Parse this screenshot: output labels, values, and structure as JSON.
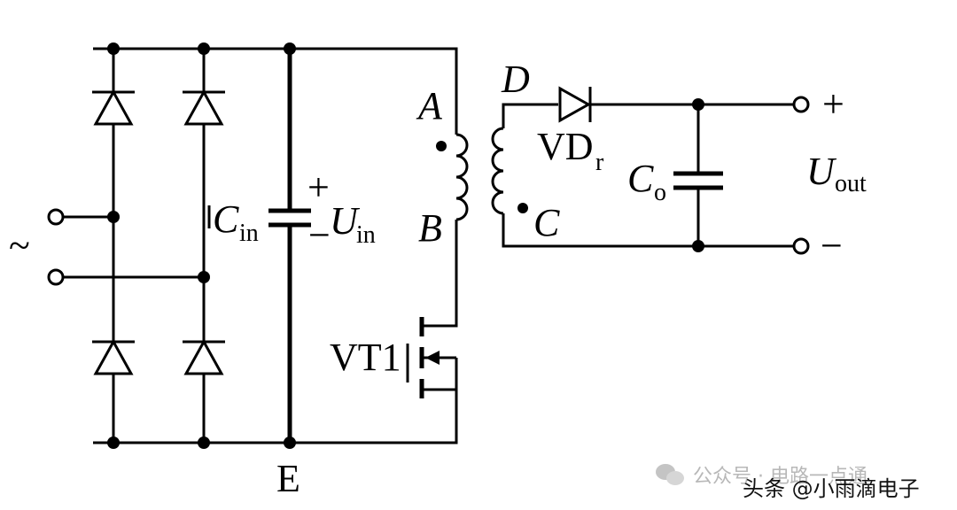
{
  "labels": {
    "ac_source": "~",
    "cin_main": "C",
    "cin_sub": "in",
    "cin_plus": "+",
    "uin_main": "U",
    "uin_sub": "in",
    "uin_minus": "−",
    "node_a": "A",
    "node_b": "B",
    "node_c": "C",
    "node_d": "D",
    "diode_main": "VD",
    "diode_sub": "r",
    "co_main": "C",
    "co_sub": "o",
    "uout_main": "U",
    "uout_sub": "out",
    "out_plus": "+",
    "out_minus": "−",
    "switch": "VT1",
    "node_e": "E"
  },
  "watermark": {
    "account": "公众号 · 电路一点通",
    "byline": "头条 @小雨滴电子"
  }
}
